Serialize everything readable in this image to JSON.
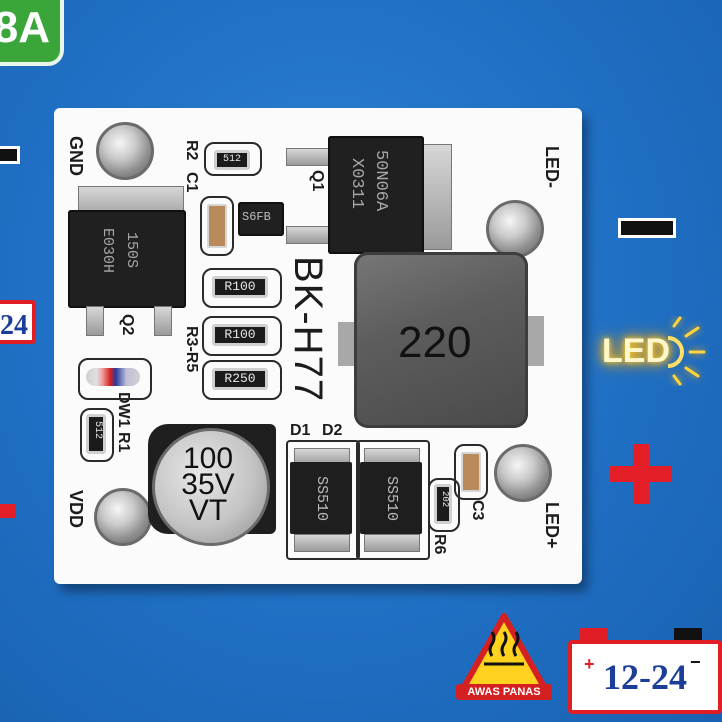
{
  "badge": {
    "text": "8A"
  },
  "board": {
    "model": "BK-H77",
    "silk": {
      "gnd": "GND",
      "vdd": "VDD",
      "led_minus": "LED-",
      "led_plus": "LED+",
      "r2": "R2",
      "c1": "C1",
      "q1": "Q1",
      "q2": "Q2",
      "r3_r5": "R3-R5",
      "dw1": "DW1",
      "r1": "R1",
      "d1": "D1",
      "d2": "D2",
      "c3": "C3",
      "r6": "R6"
    },
    "components": {
      "q1_marking_1": "50N06A",
      "q1_marking_2": "X0311",
      "q2_marking_1": "150S",
      "q2_marking_2": "E030H",
      "ic_marking": "S6FB",
      "r2_value": "512",
      "r1_value": "512",
      "r6_value": "202",
      "res_a": "R100",
      "res_b": "R100",
      "res_c": "R250",
      "inductor_value": "220",
      "cap_line1": "100",
      "cap_line2": "35V",
      "cap_line3": "VT",
      "diode_1": "SS510",
      "diode_2": "SS510"
    }
  },
  "labels": {
    "led": "LED",
    "battery_voltage": "12-24",
    "left_battery_partial": "24",
    "warning": "AWAS PANAS"
  },
  "colors": {
    "background": "#1f6fc4",
    "badge_green": "#3aa63a",
    "plus_red": "#e41e26",
    "board_white": "#fbfbfb"
  }
}
